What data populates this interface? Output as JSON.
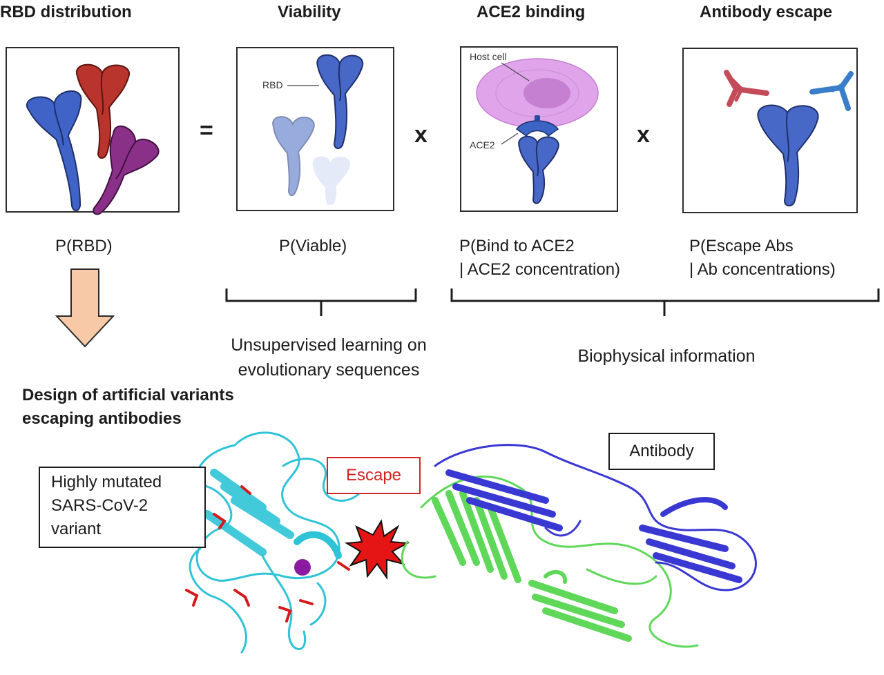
{
  "headers": {
    "rbd": "RBD distribution",
    "viability": "Viability",
    "ace2": "ACE2 binding",
    "escape": "Antibody escape"
  },
  "operators": {
    "equals": "=",
    "times1": "x",
    "times2": "x"
  },
  "panel_labels": {
    "viability_rbd": "RBD",
    "ace2_host": "Host cell",
    "ace2_ace2": "ACE2"
  },
  "probabilities": {
    "rbd": "P(RBD)",
    "viable": "P(Viable)",
    "ace2_line1": "P(Bind to ACE2",
    "ace2_line2": "| ACE2 concentration)",
    "escape_line1": "P(Escape Abs",
    "escape_line2": "| Ab concentrations)"
  },
  "captions": {
    "unsupervised_line1": "Unsupervised learning on",
    "unsupervised_line2": "evolutionary sequences",
    "biophysical": "Biophysical information",
    "design_line1": "Design of artificial variants",
    "design_line2": "escaping antibodies"
  },
  "structure_labels": {
    "variant_line1": "Highly mutated",
    "variant_line2": "SARS-CoV-2",
    "variant_line3": "variant",
    "escape": "Escape",
    "antibody": "Antibody"
  },
  "colors": {
    "rbd_blue": "#3f63c6",
    "rbd_red": "#b8342c",
    "rbd_purple": "#8a3089",
    "host_cell": "#e0a4ea",
    "antibody_red": "#c44c5a",
    "antibody_blue": "#3a7dc8",
    "arrow_fill": "#f8c9a6",
    "rbd_cyan": "#2ec3d6",
    "mutation_red": "#d41a1a",
    "ab_green": "#5fd85a",
    "ab_blue": "#3a38d2",
    "escape_red": "#d42121"
  },
  "icons": [
    "rbd-protein-icon",
    "host-cell-icon",
    "ace2-receptor-icon",
    "antibody-icon",
    "down-arrow-icon",
    "starburst-icon",
    "protein-ribbon-structure"
  ]
}
